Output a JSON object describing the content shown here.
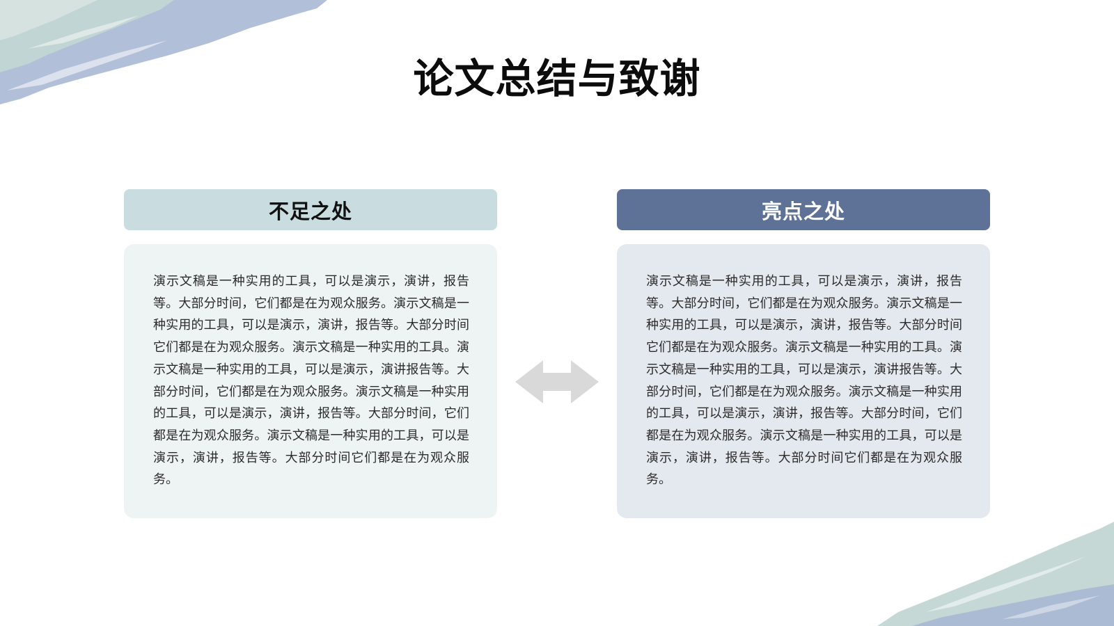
{
  "title": "论文总结与致谢",
  "panels": [
    {
      "heading": "不足之处",
      "body": "演示文稿是一种实用的工具，可以是演示，演讲，报告等。大部分时间，它们都是在为观众服务。演示文稿是一种实用的工具，可以是演示，演讲，报告等。大部分时间它们都是在为观众服务。演示文稿是一种实用的工具。演示文稿是一种实用的工具，可以是演示，演讲报告等。大部分时间，它们都是在为观众服务。演示文稿是一种实用的工具，可以是演示，演讲，报告等。大部分时间，它们都是在为观众服务。演示文稿是一种实用的工具，可以是演示，演讲，报告等。大部分时间它们都是在为观众服务。"
    },
    {
      "heading": "亮点之处",
      "body": "演示文稿是一种实用的工具，可以是演示，演讲，报告等。大部分时间，它们都是在为观众服务。演示文稿是一种实用的工具，可以是演示，演讲，报告等。大部分时间它们都是在为观众服务。演示文稿是一种实用的工具。演示文稿是一种实用的工具，可以是演示，演讲报告等。大部分时间，它们都是在为观众服务。演示文稿是一种实用的工具，可以是演示，演讲，报告等。大部分时间，它们都是在为观众服务。演示文稿是一种实用的工具，可以是演示，演讲，报告等。大部分时间它们都是在为观众服务。"
    }
  ],
  "icons": {
    "center": "double-arrow-icon"
  },
  "colors": {
    "left_header": "#c9dcdf",
    "right_header": "#5d7296",
    "left_body": "#eef3f4",
    "right_body": "#e4e8ef",
    "brush_blue": "#a8b8d4",
    "brush_teal": "#c2d6d4",
    "arrow": "#d9d9d9"
  }
}
